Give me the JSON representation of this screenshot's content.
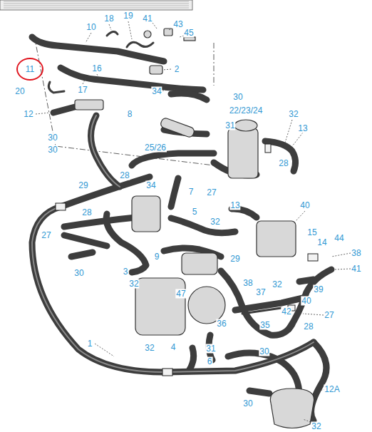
{
  "diagram": {
    "nodes": [
      {
        "text": [
          "11"
        ]
      }
    ],
    "labels": [
      "10",
      "18",
      "19",
      "41",
      "43",
      "45",
      "16",
      "2",
      "20",
      "17",
      "34",
      "12",
      "30",
      "30",
      "8",
      "22/23/24",
      "32",
      "30",
      "31",
      "13",
      "25/26",
      "28",
      "28",
      "29",
      "34",
      "7",
      "27",
      "13",
      "40",
      "5",
      "28",
      "32",
      "27",
      "15",
      "14",
      "44",
      "3",
      "9",
      "38",
      "30",
      "29",
      "41",
      "32",
      "38",
      "37",
      "32",
      "39",
      "47",
      "40",
      "42",
      "27",
      "35",
      "36",
      "28",
      "1",
      "31",
      "32",
      "4",
      "30",
      "6",
      "12A",
      "30",
      "32"
    ]
  }
}
